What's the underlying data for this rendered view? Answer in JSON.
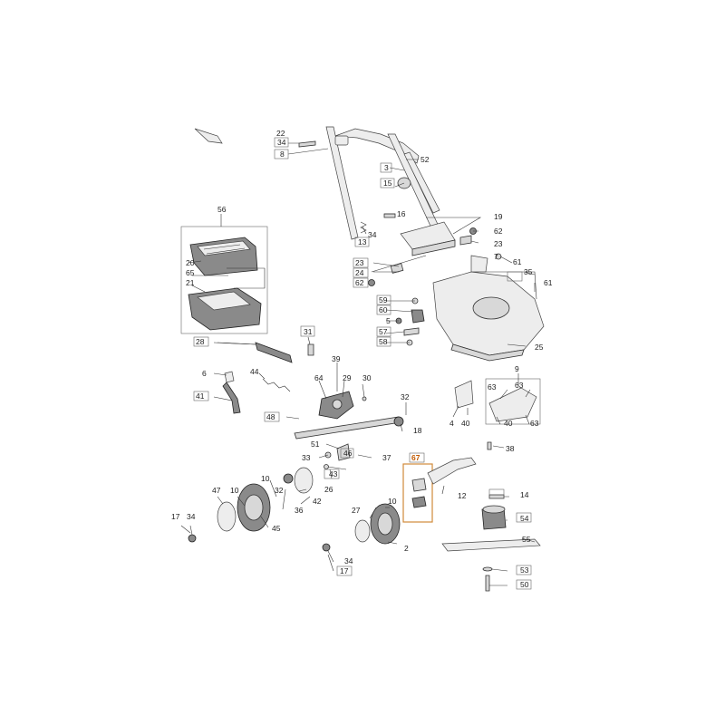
{
  "callouts": {
    "c22": "22",
    "c34a": "34",
    "c8": "8",
    "c3": "3",
    "c52": "52",
    "c15": "15",
    "c16": "16",
    "c13": "13",
    "c34b": "34",
    "c19": "19",
    "c62a": "62",
    "c23a": "23",
    "c56": "56",
    "c20": "20",
    "c65": "65",
    "c21": "21",
    "c23b": "23",
    "c24": "24",
    "c62b": "62",
    "c7": "7",
    "c61a": "61",
    "c35": "35",
    "c61b": "61",
    "c59": "59",
    "c60": "60",
    "c5": "5",
    "c57": "57",
    "c58": "58",
    "c25": "25",
    "c31": "31",
    "c28": "28",
    "c39": "39",
    "c64": "64",
    "c29": "29",
    "c30": "30",
    "c6": "6",
    "c44": "44",
    "c41": "41",
    "c9": "9",
    "c63a": "63",
    "c63b": "63",
    "c63c": "63",
    "c4": "4",
    "c40a": "40",
    "c40b": "40",
    "c32a": "32",
    "c18": "18",
    "c48": "48",
    "c38": "38",
    "c51": "51",
    "c37": "37",
    "c33": "33",
    "c46": "46",
    "c43": "43",
    "c67": "67",
    "c12": "12",
    "c10a": "10",
    "c32b": "32",
    "c26": "26",
    "c42": "42",
    "c14": "14",
    "c47": "47",
    "c10b": "10",
    "c36": "36",
    "c45": "45",
    "c27": "27",
    "c10c": "10",
    "c54": "54",
    "c17a": "17",
    "c34c": "34",
    "c2": "2",
    "c55": "55",
    "c34d": "34",
    "c17b": "17",
    "c53": "53",
    "c50": "50"
  },
  "colors": {
    "highlight": "#d08a3a",
    "highlight_text": "#c25a00",
    "line": "#333333"
  }
}
